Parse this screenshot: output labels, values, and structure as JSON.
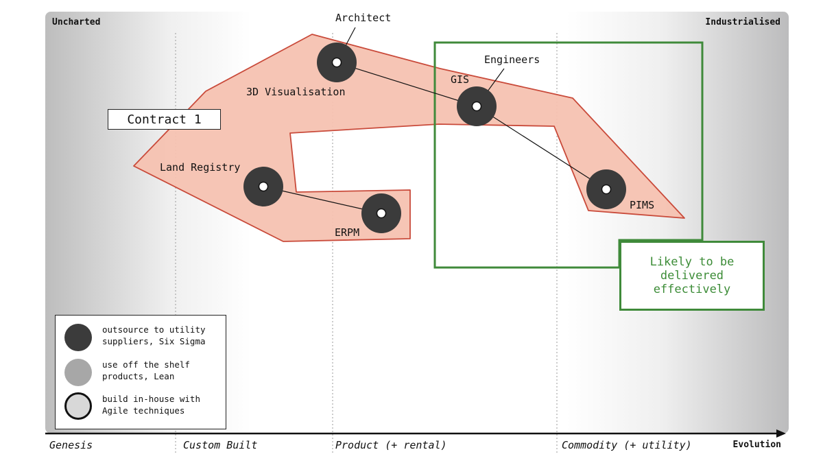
{
  "corners": {
    "left": "Uncharted",
    "right": "Industrialised"
  },
  "axis": {
    "stages": [
      "Genesis",
      "Custom Built",
      "Product (+ rental)",
      "Commodity (+ utility)"
    ],
    "label": "Evolution"
  },
  "components": [
    {
      "id": "3d-visualisation",
      "label": "3D Visualisation"
    },
    {
      "id": "gis",
      "label": "GIS"
    },
    {
      "id": "pims",
      "label": "PIMS"
    },
    {
      "id": "land-registry",
      "label": "Land Registry"
    },
    {
      "id": "erpm",
      "label": "ERPM"
    }
  ],
  "actors": [
    {
      "id": "architect",
      "label": "Architect"
    },
    {
      "id": "engineers",
      "label": "Engineers"
    }
  ],
  "callouts": {
    "contract": "Contract 1",
    "likely": "Likely to be\ndelivered\neffectively"
  },
  "legend": [
    {
      "label": "outsource to utility suppliers, Six Sigma",
      "style": "dark"
    },
    {
      "label": "use off the shelf products, Lean",
      "style": "grey"
    },
    {
      "label": "build in-house with Agile techniques",
      "style": "light"
    }
  ],
  "colors": {
    "region_fill": "#f5c2b1",
    "region_stroke": "#c94a3a",
    "boundary_green": "#3f8a3a",
    "node_dark": "#3b3b3b",
    "node_grey": "#a7a7a7",
    "node_light": "#d8d8d8"
  }
}
